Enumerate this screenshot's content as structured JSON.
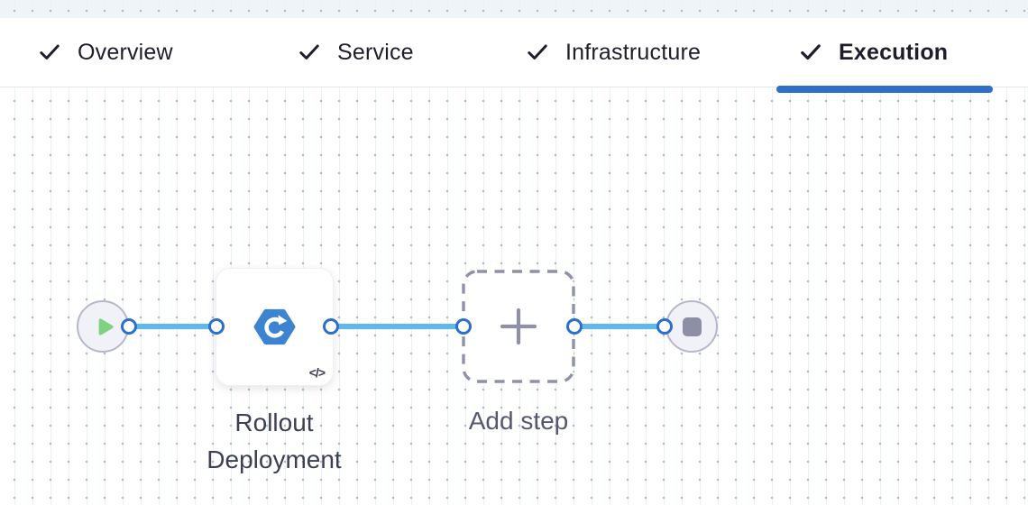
{
  "header": {
    "tabs": [
      {
        "label": "Overview",
        "state": "completed",
        "active": false
      },
      {
        "label": "Service",
        "state": "completed",
        "active": false
      },
      {
        "label": "Infrastructure",
        "state": "completed",
        "active": false
      },
      {
        "label": "Execution",
        "state": "completed",
        "active": true
      }
    ]
  },
  "pipeline": {
    "step": {
      "name": "Rollout Deployment",
      "code_badge": "</>"
    },
    "add_step": {
      "label": "Add step"
    }
  },
  "colors": {
    "active_tab_underline": "#2e6fc7",
    "connector_line": "#5cbaef",
    "port_border": "#2b6fd0",
    "step_icon_blue": "#3c83d2",
    "play_green": "#7ed383",
    "node_gray": "#8e90a6",
    "tab_text": "#1d1d2b"
  }
}
